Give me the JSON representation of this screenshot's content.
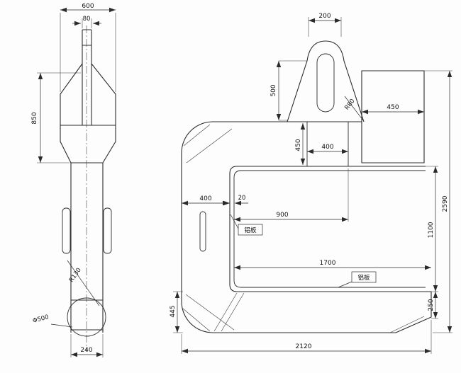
{
  "left_view": {
    "dim_top_width": "600",
    "dim_rod_width": "80",
    "dim_upper_height": "850",
    "dim_fillet_radius": "R130",
    "dim_bottom_diameter": "Φ500",
    "dim_bottom_width": "240"
  },
  "right_view": {
    "dim_lug_top_width": "200",
    "dim_lug_height": "500",
    "dim_lug_corner_radius": "R80",
    "dim_top_block_width": "450",
    "dim_neck_height": "450",
    "dim_neck_width": "400",
    "dim_left_arm_width": "400",
    "dim_plate_thickness": "20",
    "dim_inner_depth": "900",
    "dim_opening_length": "1700",
    "dim_opening_height": "1100",
    "dim_overall_height": "2590",
    "dim_tip_thickness": "250",
    "dim_heel_thickness": "445",
    "dim_overall_width": "2120",
    "plate_label_upper": "铝板",
    "plate_label_lower": "铝板"
  }
}
